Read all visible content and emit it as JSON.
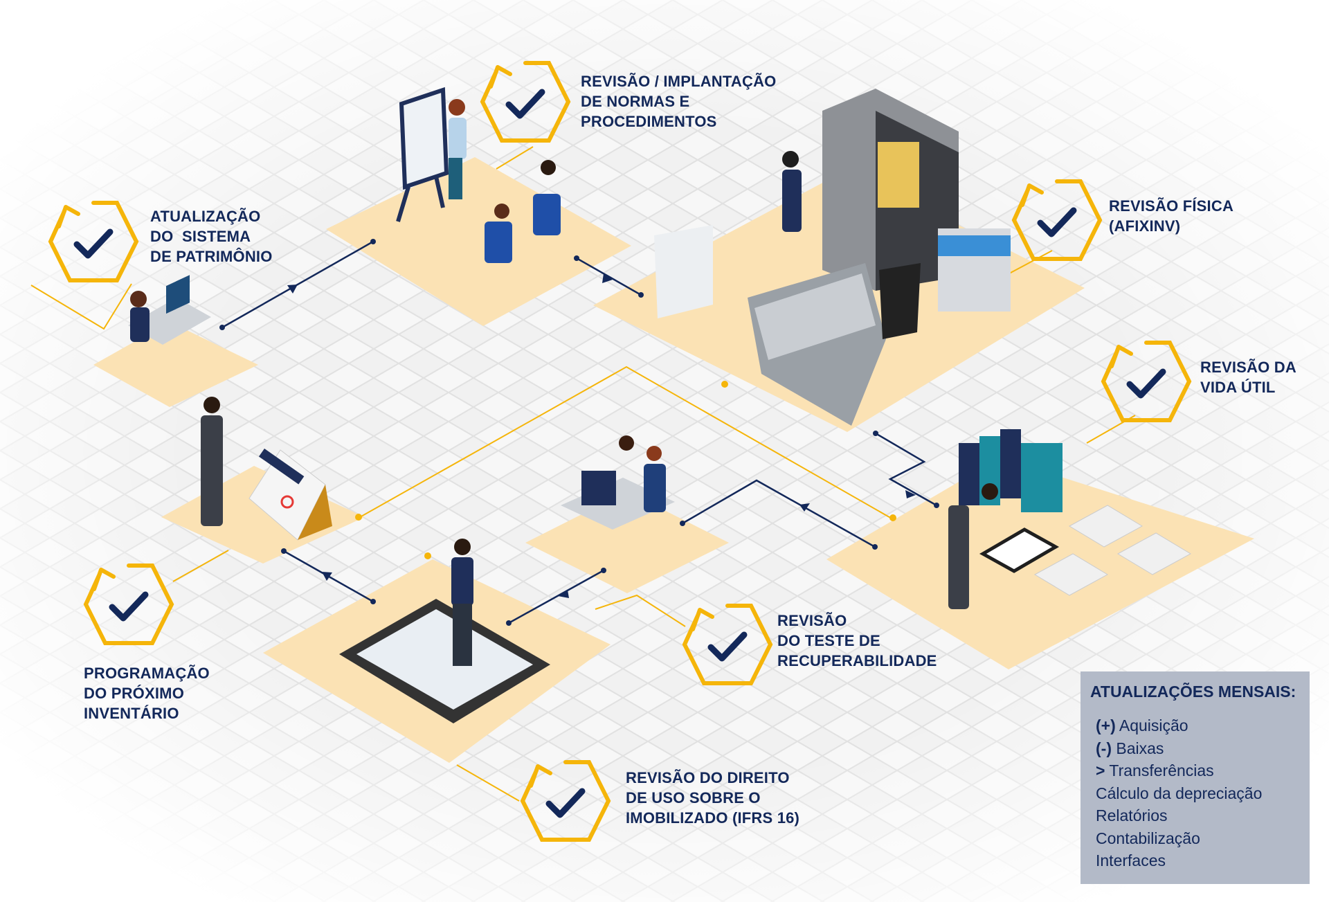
{
  "steps": [
    {
      "id": "sistema",
      "lines": [
        "ATUALIZAÇÃO",
        "DO  SISTEMA",
        "DE PATRIMÔNIO"
      ]
    },
    {
      "id": "normas",
      "lines": [
        "REVISÃO / IMPLANTAÇÃO",
        "DE NORMAS E",
        "PROCEDIMENTOS"
      ]
    },
    {
      "id": "fisica",
      "lines": [
        "REVISÃO FÍSICA",
        "(AFIXINV)"
      ]
    },
    {
      "id": "vida-util",
      "lines": [
        "REVISÃO DA",
        "VIDA ÚTIL"
      ]
    },
    {
      "id": "recuperabilidade",
      "lines": [
        "REVISÃO",
        "DO TESTE DE",
        "RECUPERABILIDADE"
      ]
    },
    {
      "id": "programacao",
      "lines": [
        "PROGRAMAÇÃO",
        "DO PRÓXIMO",
        "INVENTÁRIO"
      ]
    },
    {
      "id": "ifrs16",
      "lines": [
        "REVISÃO DO DIREITO",
        "DE USO SOBRE O",
        "IMOBILIZADO (IFRS 16)"
      ]
    }
  ],
  "monthly": {
    "title": "ATUALIZAÇÕES MENSAIS:",
    "items": [
      {
        "prefix": "(+)",
        "text": " Aquisição"
      },
      {
        "prefix": "(-)",
        "text": " Baixas"
      },
      {
        "prefix": ">",
        "text": " Transferências"
      },
      {
        "prefix": "",
        "text": "Cálculo da depreciação"
      },
      {
        "prefix": "",
        "text": "Relatórios"
      },
      {
        "prefix": "",
        "text": "Contabilização"
      },
      {
        "prefix": "",
        "text": "Interfaces"
      }
    ]
  },
  "colors": {
    "navy": "#13285a",
    "yellow": "#f5b50a",
    "tile": "#fbe2b4",
    "grid": "#e3e3e3",
    "box": "#b3bac8"
  },
  "icons": [
    "check-icon",
    "cycle-arrow-icon",
    "arrow-icon"
  ]
}
